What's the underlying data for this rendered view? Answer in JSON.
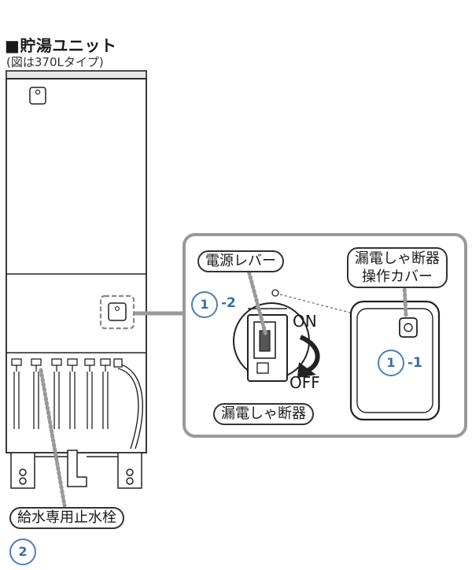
{
  "title": "■貯湯ユニット",
  "subtitle": "(図は370Lタイプ)",
  "labels": {
    "lever": "電源レバー",
    "cover_line1": "漏電しゃ断器",
    "cover_line2": "操作カバー",
    "breaker": "漏電しゃ断器",
    "valve": "給水専用止水栓",
    "on": "ON",
    "off": "OFF"
  },
  "callouts": {
    "c1a_num": "1",
    "c1a_suffix": "-2",
    "c1b_num": "1",
    "c1b_suffix": "-1",
    "c2_num": "2"
  },
  "colors": {
    "accent": "#4a7fb8",
    "frame": "#999999",
    "dotted": "#999999"
  }
}
